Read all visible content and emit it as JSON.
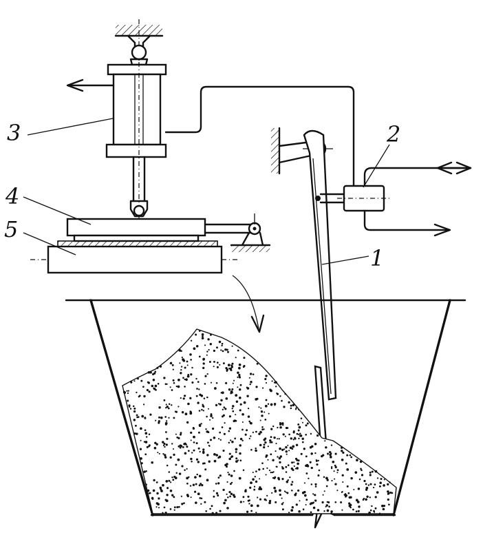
{
  "labels": {
    "item_1": "1",
    "item_2": "2",
    "item_3": "3",
    "item_4": "4",
    "item_5": "5"
  },
  "colors": {
    "ink": "#111111",
    "paper": "#ffffff"
  }
}
